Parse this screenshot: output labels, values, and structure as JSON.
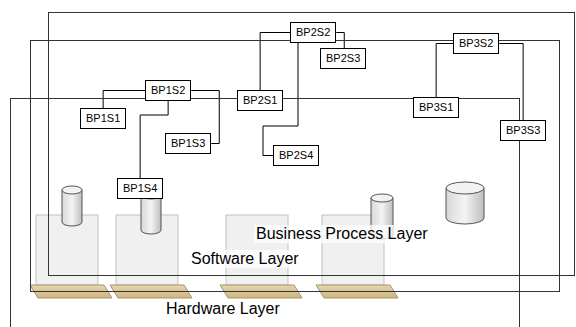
{
  "diagram": {
    "nodes": [
      {
        "text": [
          "Business Process Layer"
        ]
      },
      {
        "text": [
          "BP1S1"
        ],
        "in": 0
      },
      {
        "text": [
          "BP1S2"
        ],
        "in": 0
      },
      {
        "text": [
          "BP1S3"
        ],
        "in": 0
      },
      {
        "text": [
          "BP1S4"
        ],
        "in": 0
      },
      {
        "text": [
          "BP2S1"
        ],
        "in": 0
      },
      {
        "text": [
          "BP2S2"
        ],
        "in": 0
      },
      {
        "text": [
          "BP2S3"
        ],
        "in": 0
      },
      {
        "text": [
          "BP2S4"
        ],
        "in": 0
      },
      {
        "text": [
          "BP3S1"
        ],
        "in": 0
      },
      {
        "text": [
          "BP3S2"
        ],
        "in": 0
      },
      {
        "text": [
          "BP3S3"
        ],
        "in": 0
      },
      {
        "text": [
          "Software Layer"
        ]
      },
      {
        "text": [
          "Hardware Layer"
        ]
      }
    ],
    "edges": [
      {
        "from": 2,
        "to": 1,
        "arrow": "none"
      },
      {
        "from": 2,
        "to": 3,
        "arrow": "none"
      },
      {
        "from": 2,
        "to": 4,
        "arrow": "none"
      },
      {
        "from": 6,
        "to": 5,
        "arrow": "none"
      },
      {
        "from": 6,
        "to": 7,
        "arrow": "none"
      },
      {
        "from": 6,
        "to": 8,
        "arrow": "none"
      },
      {
        "from": 10,
        "to": 9,
        "arrow": "none"
      },
      {
        "from": 10,
        "to": 11,
        "arrow": "none"
      }
    ]
  }
}
